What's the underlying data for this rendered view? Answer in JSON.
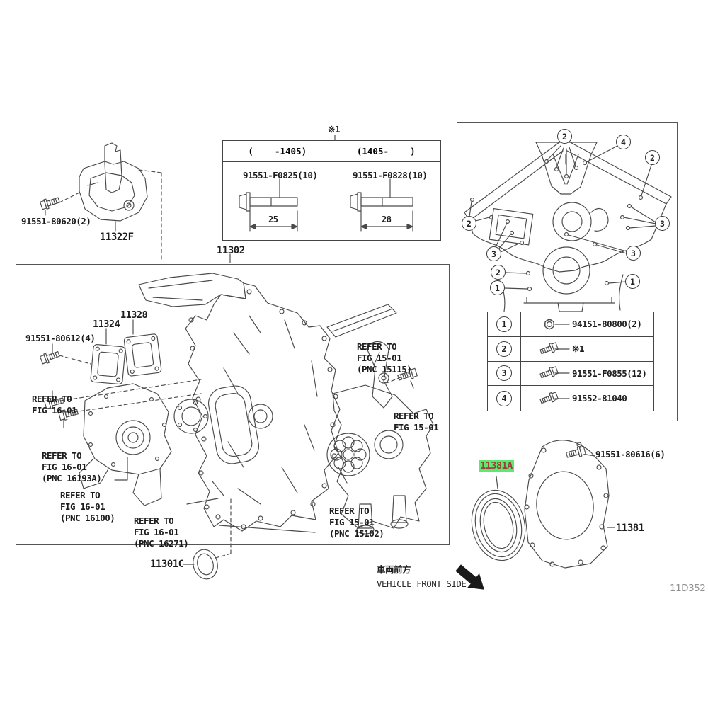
{
  "doc_code": "11D352",
  "colors": {
    "highlight_bg": "#5ce96e",
    "highlight_text": "#9c3d3d",
    "line": "#4a4a4a",
    "text": "#1c1c1c"
  },
  "top_left": {
    "bolt_part": "91551-80620(2)",
    "bracket_part": "11322F"
  },
  "bolt_table": {
    "note": "※1",
    "columns": [
      {
        "period": "(    -1405)",
        "part": "91551-F0825(10)",
        "length_mm": "25"
      },
      {
        "period": "(1405-    )",
        "part": "91551-F0828(10)",
        "length_mm": "28"
      }
    ]
  },
  "main_assembly": {
    "part": "11302",
    "gasket_parts": [
      "11324",
      "11328"
    ],
    "bolt_part": "91551-80612(4)",
    "seal_part": "11301C",
    "references": [
      {
        "l1": "REFER TO",
        "l2": "FIG 16-01",
        "l3": ""
      },
      {
        "l1": "REFER TO",
        "l2": "FIG 16-01",
        "l3": "(PNC 16193A)"
      },
      {
        "l1": "REFER TO",
        "l2": "FIG 16-01",
        "l3": "(PNC 16100)"
      },
      {
        "l1": "REFER TO",
        "l2": "FIG 16-01",
        "l3": "(PNC 16271)"
      },
      {
        "l1": "REFER TO",
        "l2": "FIG 15-01",
        "l3": "(PNC 15115)"
      },
      {
        "l1": "REFER TO",
        "l2": "FIG 15-01",
        "l3": ""
      },
      {
        "l1": "REFER TO",
        "l2": "FIG 15-01",
        "l3": "(PNC 15102)"
      }
    ]
  },
  "right_panel": {
    "callouts": [
      "2",
      "4",
      "2",
      "2",
      "3",
      "3",
      "3",
      "2",
      "1",
      "1"
    ],
    "legend": [
      {
        "num": "1",
        "part": "94151-80800(2)"
      },
      {
        "num": "2",
        "part": "※1"
      },
      {
        "num": "3",
        "part": "91551-F0855(12)"
      },
      {
        "num": "4",
        "part": "91552-81040"
      }
    ]
  },
  "rear_seal_group": {
    "bolt_part": "91551-80616(6)",
    "seal_part": "11381A",
    "retainer_part": "11381"
  },
  "vehicle_front": {
    "jp": "車両前方",
    "en": "VEHICLE FRONT SIDE"
  }
}
